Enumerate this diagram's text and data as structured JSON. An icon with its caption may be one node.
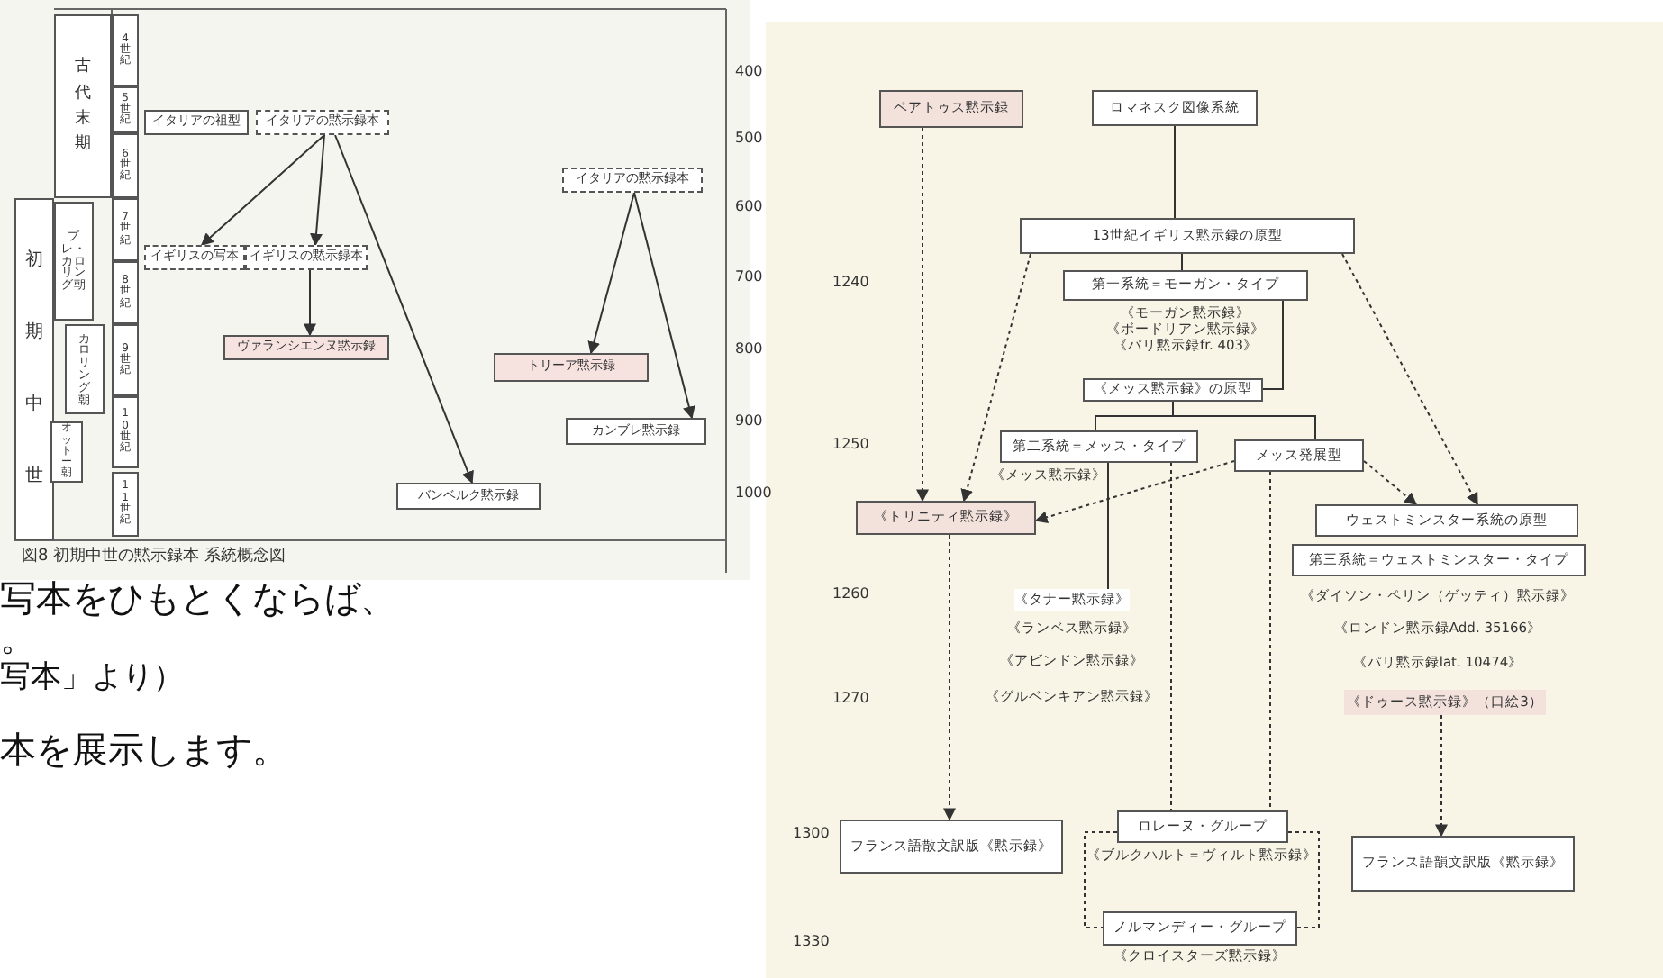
{
  "diagram": {
    "nodes": [
      {
        "text": [
          "古代末期"
        ]
      },
      {
        "text": [
          "初期中世"
        ]
      },
      {
        "text": [
          "プレ・カロリング朝"
        ]
      },
      {
        "text": [
          "カロリング朝"
        ]
      },
      {
        "text": [
          "オットー朝"
        ]
      },
      {
        "text": [
          "4世紀"
        ]
      },
      {
        "text": [
          "5世紀"
        ]
      },
      {
        "text": [
          "6世紀"
        ]
      },
      {
        "text": [
          "7世紀"
        ]
      },
      {
        "text": [
          "8世紀"
        ]
      },
      {
        "text": [
          "9世紀"
        ]
      },
      {
        "text": [
          "10世紀"
        ]
      },
      {
        "text": [
          "11世紀"
        ]
      },
      {
        "text": [
          "イタリアの祖型"
        ]
      },
      {
        "text": [
          "イタリアの黙示録本"
        ]
      },
      {
        "text": [
          "イギリスの写本"
        ]
      },
      {
        "text": [
          "イギリスの黙示録本"
        ]
      },
      {
        "text": [
          "ヴァランシエンヌ黙示録"
        ]
      },
      {
        "text": [
          "トリーア黙示録"
        ]
      },
      {
        "text": [
          "イタリアの黙示録本"
        ]
      },
      {
        "text": [
          "カンブレ黙示録"
        ]
      },
      {
        "text": [
          "バンベルク黙示録"
        ]
      },
      {
        "text": [
          "ベアトゥス黙示録"
        ]
      },
      {
        "text": [
          "ロマネスク図像系統"
        ]
      },
      {
        "text": [
          "13世紀イギリス黙示録の原型"
        ]
      },
      {
        "text": [
          "第一系統＝モーガン・タイプ"
        ],
        "beside": [
          "《モーガン黙示録》",
          "《ボードリアン黙示録》",
          "《パリ黙示録fr. 403》"
        ]
      },
      {
        "text": [
          "《メッス黙示録》の原型"
        ]
      },
      {
        "text": [
          "第二系統＝メッス・タイプ"
        ],
        "beside": [
          "《メッス黙示録》"
        ]
      },
      {
        "text": [
          "メッス発展型"
        ]
      },
      {
        "text": [
          "《トリニティ黙示録》"
        ]
      },
      {
        "text": [
          "ウェストミンスター系統の原型"
        ]
      },
      {
        "text": [
          "第三系統＝ウェストミンスター・タイプ"
        ]
      },
      {
        "text": [
          "《タナー黙示録》"
        ]
      },
      {
        "text": [
          "《ドゥース黙示録》（口絵3）"
        ]
      },
      {
        "text": [
          "フランス語散文訳版《黙示録》"
        ]
      },
      {
        "text": [
          "ロレーヌ・グループ"
        ],
        "beside": [
          "《ブルクハルト＝ヴィルト黙示録》"
        ]
      },
      {
        "text": [
          "フランス語韻文訳版《黙示録》"
        ]
      },
      {
        "text": [
          "ノルマンディー・グループ"
        ],
        "beside": [
          "《クロイスターズ黙示録》"
        ]
      }
    ],
    "edges": [
      {
        "from": 14,
        "to": 15,
        "arrow": "to"
      },
      {
        "from": 14,
        "to": 16,
        "arrow": "to"
      },
      {
        "from": 14,
        "to": 21,
        "arrow": "to"
      },
      {
        "from": 16,
        "to": 17,
        "arrow": "to"
      },
      {
        "from": 19,
        "to": 18,
        "arrow": "to"
      },
      {
        "from": 19,
        "to": 20,
        "arrow": "to"
      },
      {
        "from": 23,
        "to": 24,
        "arrow": "none"
      },
      {
        "from": 22,
        "to": 29,
        "arrow": "to",
        "style": "dashed"
      },
      {
        "from": 24,
        "to": 29,
        "arrow": "to",
        "style": "dashed"
      },
      {
        "from": 24,
        "to": 25,
        "arrow": "none"
      },
      {
        "from": 24,
        "to": 30,
        "arrow": "to",
        "style": "dashed"
      },
      {
        "from": 25,
        "to": 26,
        "arrow": "none"
      },
      {
        "from": 26,
        "to": 27,
        "arrow": "none"
      },
      {
        "from": 26,
        "to": 28,
        "arrow": "none"
      },
      {
        "from": 28,
        "to": 29,
        "arrow": "to",
        "style": "dashed"
      },
      {
        "from": 28,
        "to": 30,
        "arrow": "to",
        "style": "dashed"
      },
      {
        "from": 27,
        "to": 32,
        "arrow": "none"
      },
      {
        "from": 27,
        "to": 35,
        "arrow": "none",
        "style": "dashed"
      },
      {
        "from": 28,
        "to": 35,
        "arrow": "none",
        "style": "dashed"
      },
      {
        "from": 29,
        "to": 34,
        "arrow": "to",
        "style": "dashed"
      },
      {
        "from": 33,
        "to": 36,
        "arrow": "to",
        "style": "dashed"
      },
      {
        "from": 35,
        "to": 37,
        "arrow": "none",
        "style": "dashed"
      },
      {
        "from": 35,
        "to": 37,
        "arrow": "none",
        "style": "dashed"
      }
    ],
    "labels": [
      "400",
      "500",
      "600",
      "700",
      "800",
      "900",
      "1000",
      "図8 初期中世の黙示録本 系統概念図",
      "写本をひもとくならば、",
      "。",
      "写本」より）",
      "本を展示します。",
      "1240",
      "1250",
      "1260",
      "1270",
      "1300",
      "1330",
      "《ランベス黙示録》",
      "《アビンドン黙示録》",
      "《グルベンキアン黙示録》",
      "《ダイソン・ペリン（ゲッティ）黙示録》",
      "《ロンドン黙示録Add. 35166》",
      "《パリ黙示録lat. 10474》"
    ]
  }
}
